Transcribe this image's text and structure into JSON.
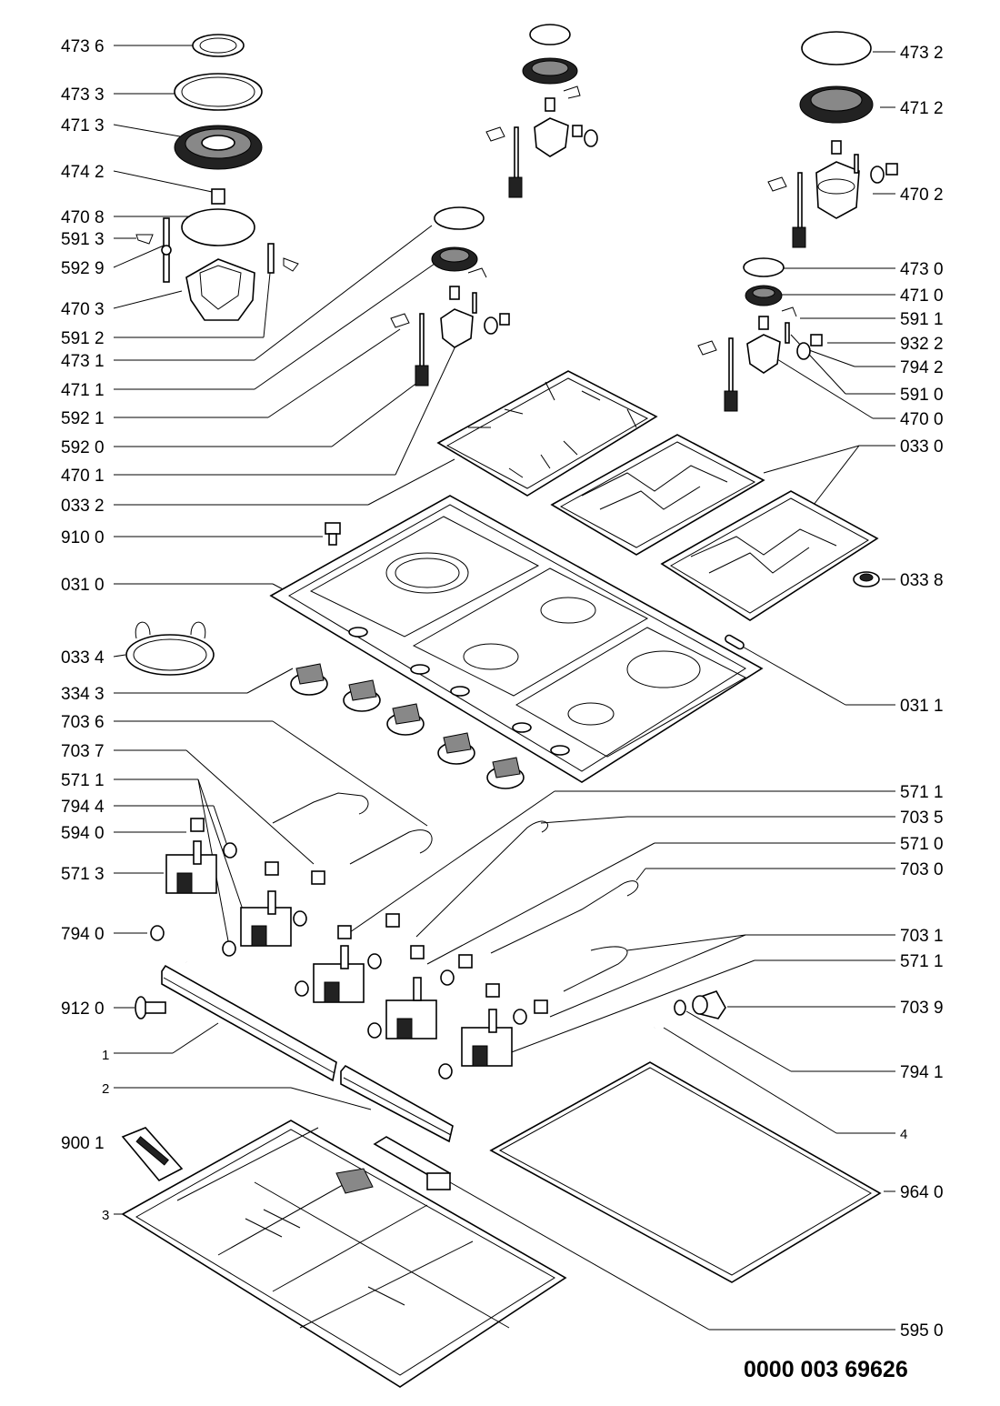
{
  "diagram": {
    "type": "exploded-parts-diagram",
    "document_number": "0000 003 69626",
    "labels_left": [
      "473 6",
      "473 3",
      "471 3",
      "474 2",
      "470 8",
      "591 3",
      "592 9",
      "470 3",
      "591 2",
      "473 1",
      "471 1",
      "592 1",
      "592 0",
      "470 1",
      "033 2",
      "910 0",
      "031 0",
      "033 4",
      "334 3",
      "703 6",
      "703 7",
      "571 1",
      "794 4",
      "594 0",
      "571 3",
      "794 0",
      "912 0",
      "1",
      "2",
      "900 1",
      "3"
    ],
    "labels_right": [
      "473 2",
      "471 2",
      "470 2",
      "473 0",
      "471 0",
      "591 1",
      "932 2",
      "794 2",
      "591 0",
      "470 0",
      "033 0",
      "033 8",
      "031 1",
      "571 1",
      "703 5",
      "571 0",
      "703 0",
      "703 1",
      "571 1",
      "703 9",
      "794 1",
      "4",
      "964 0",
      "595 0"
    ]
  }
}
